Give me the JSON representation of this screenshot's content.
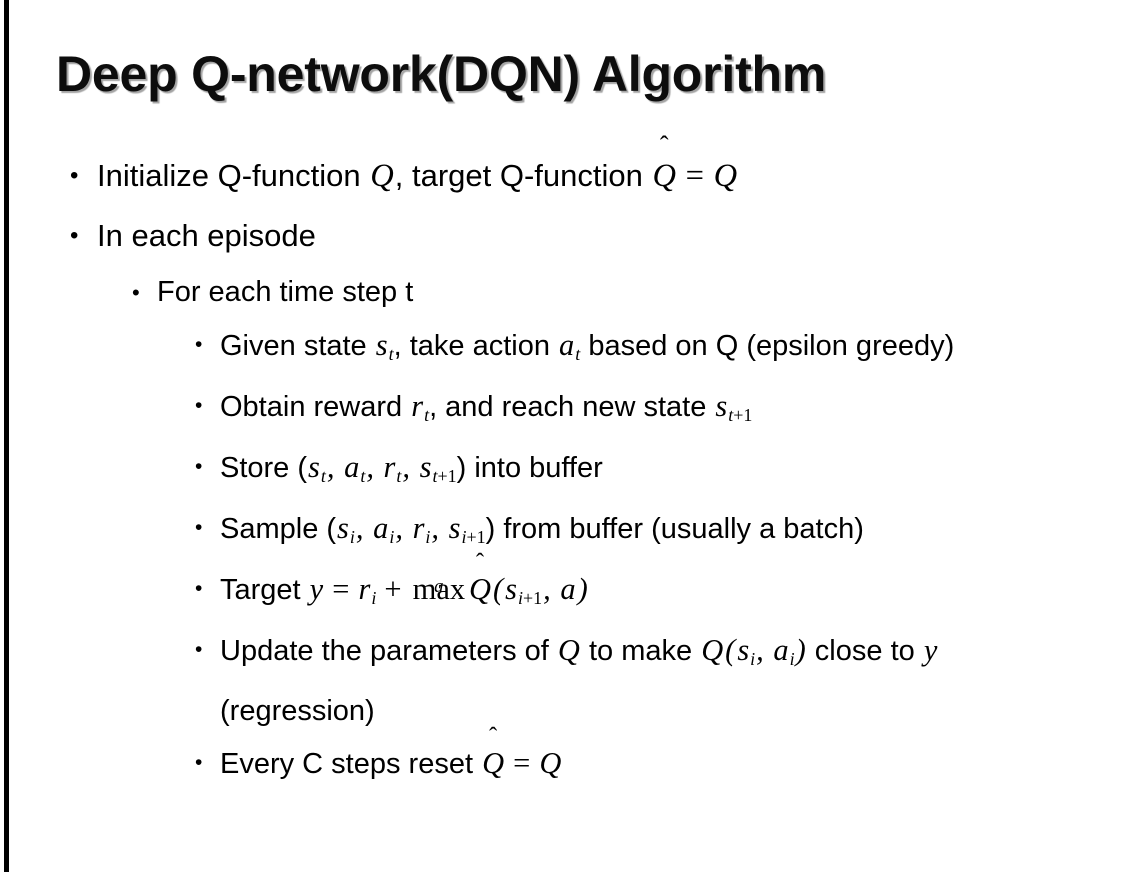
{
  "slide": {
    "title": "Deep Q-network(DQN) Algorithm",
    "background_color": "#ffffff",
    "text_color": "#000000",
    "left_rule_color": "#000000",
    "bullet_glyph": "•"
  },
  "bullets": {
    "b1_initialize": {
      "level": 1,
      "pre": "Initialize Q-function ",
      "var_q": "Q",
      "mid": ", target Q-function ",
      "qhat": "Q",
      "hat": "̂",
      "eq": "=",
      "var_q2": "Q"
    },
    "b2_each_episode": {
      "level": 1,
      "text": "In each episode"
    },
    "b3_each_time_step": {
      "level": 2,
      "text": "For each time step t"
    },
    "b4_given_state": {
      "level": 3,
      "pre": "Given state ",
      "var_s": "s",
      "sub_t": "t",
      "mid": ", take action ",
      "var_a": "a",
      "sub_t2": "t",
      "post": " based on Q (epsilon greedy)"
    },
    "b5_obtain_reward": {
      "level": 3,
      "pre": "Obtain reward ",
      "var_r": "r",
      "sub_t": "t",
      "mid": ", and reach new state ",
      "var_s": "s",
      "sub_t1": "t",
      "sub_plus1": "+1"
    },
    "b6_store": {
      "level": 3,
      "pre": "Store (",
      "var_s": "s",
      "sub_s": "t",
      "c1": ", ",
      "var_a": "a",
      "sub_a": "t",
      "c2": ", ",
      "var_r": "r",
      "sub_r": "t",
      "c3": ", ",
      "var_s2": "s",
      "sub_s2": "t",
      "sub_s2plus": "+1",
      "post": ") into buffer"
    },
    "b7_sample": {
      "level": 3,
      "pre": "Sample (",
      "var_s": "s",
      "sub_s": "i",
      "c1": ", ",
      "var_a": "a",
      "sub_a": "i",
      "c2": ", ",
      "var_r": "r",
      "sub_r": "i",
      "c3": ", ",
      "var_s2": "s",
      "sub_s2": "i",
      "sub_s2plus": "+1",
      "post": ") from buffer (usually a batch)"
    },
    "b8_target": {
      "level": 3,
      "pre": "Target ",
      "var_y": "y",
      "eq": "=",
      "var_r": "r",
      "sub_r": "i",
      "plus": "+",
      "max_label": "max",
      "max_under": "a",
      "qhat": "Q",
      "hat": "̂",
      "open": "(",
      "var_s": "s",
      "sub_s": "i",
      "sub_splus": "+1",
      "comma": ", ",
      "var_a": "a",
      "close": ")"
    },
    "b9_update": {
      "level": 3,
      "pre": "Update the parameters of ",
      "var_q": "Q",
      "mid": " to make ",
      "var_q2": "Q",
      "open": "(",
      "var_s": "s",
      "sub_s": "i",
      "comma": ", ",
      "var_a": "a",
      "sub_a": "i",
      "close": ")",
      "post": " close to ",
      "var_y": "y",
      "tail": " (regression)"
    },
    "b10_reset": {
      "level": 3,
      "pre": "Every C steps reset ",
      "qhat": "Q",
      "hat": "̂",
      "eq": "=",
      "var_q": "Q"
    }
  }
}
